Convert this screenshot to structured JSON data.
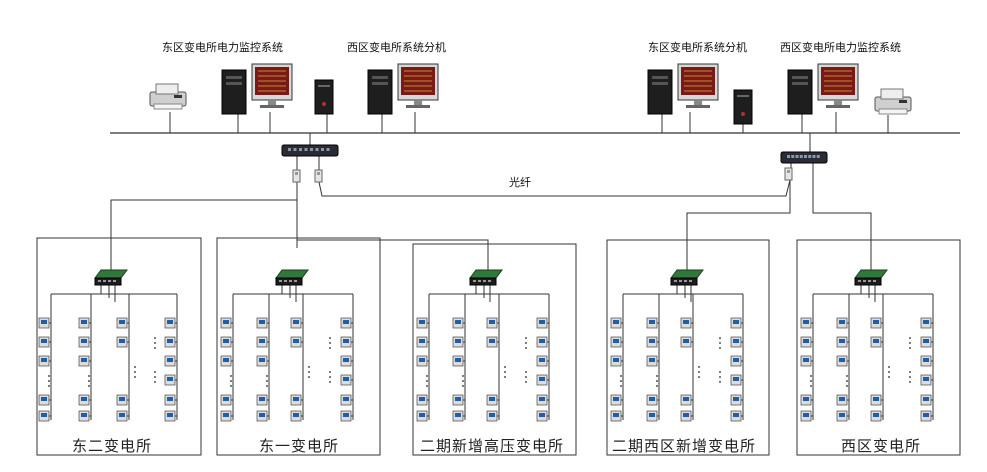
{
  "top_systems": [
    {
      "label": "东区变电所电力监控系统"
    },
    {
      "label": "西区变电所系统分机"
    },
    {
      "label": "东区变电所系统分机"
    },
    {
      "label": "西区变电所电力监控系统"
    }
  ],
  "fiber_label": "光纤",
  "substations": [
    {
      "name": "东二变电所"
    },
    {
      "name": "东一变电所"
    },
    {
      "name": "二期新增高压变电所"
    },
    {
      "name": "二期西区新增变电所"
    },
    {
      "name": "西区变电所"
    }
  ],
  "colors": {
    "line": "#333333",
    "switch": "#2b2b36",
    "monitor_screen": "#7a1a18",
    "pc_case": "#1e1e1e",
    "gateway": "#2f7a3a",
    "meter": "#1f5fa8"
  }
}
